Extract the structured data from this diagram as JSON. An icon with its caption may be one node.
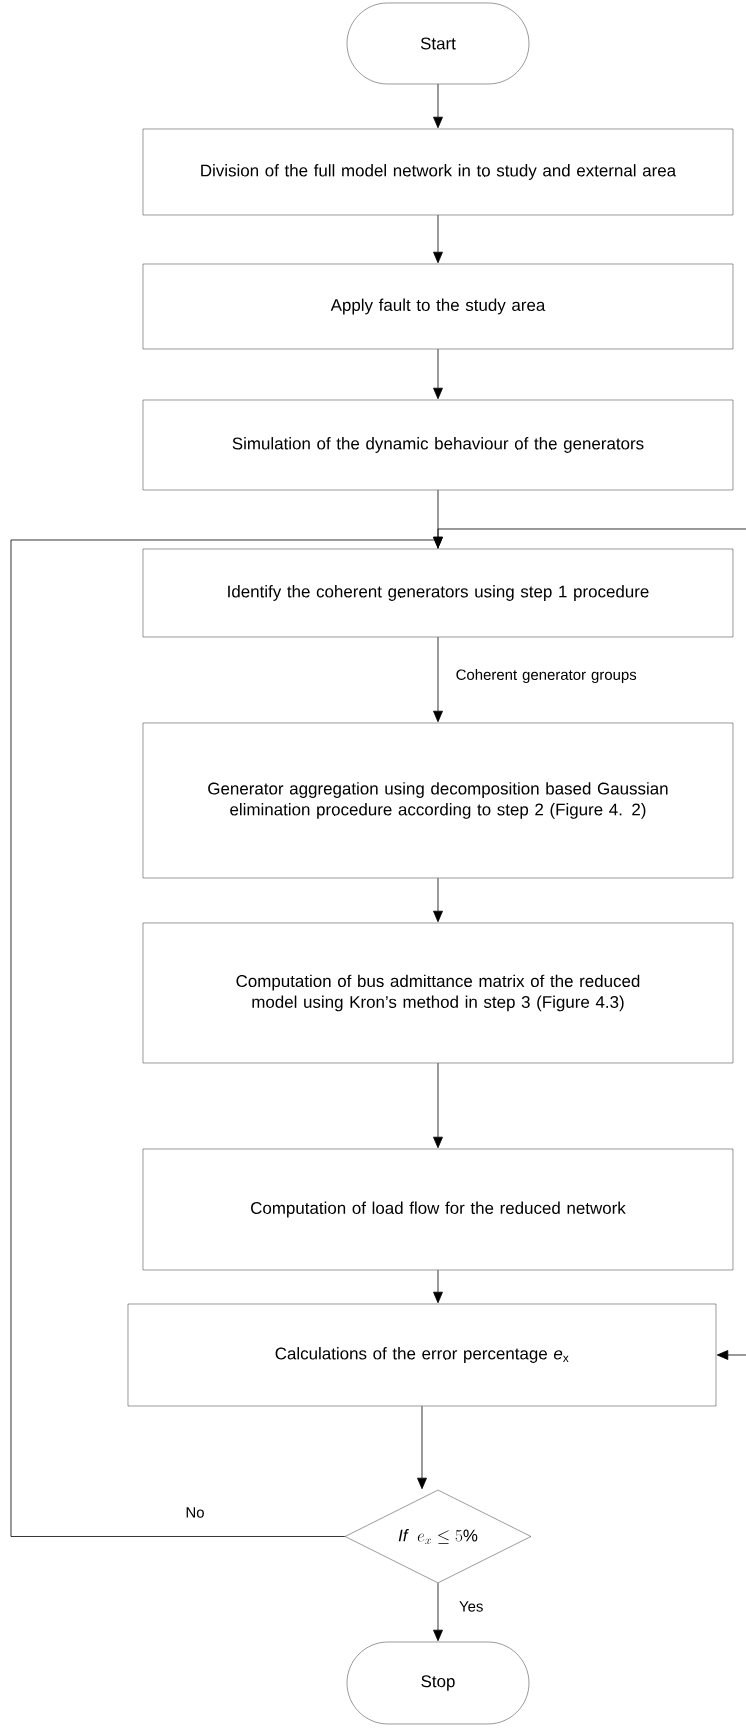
{
  "diagram": {
    "nodes": [
      {
        "text": [
          "Start"
        ]
      },
      {
        "text": [
          "Division of the full model network in to study and external area"
        ]
      },
      {
        "text": [
          "Apply fault to the study area"
        ]
      },
      {
        "text": [
          "Simulation of the dynamic behaviour of the generators"
        ]
      },
      {
        "text": [
          "Identify the coherent generators using step 1 procedure"
        ]
      },
      {
        "text": [
          "Generator aggregation using decomposition based Gaussian elimination procedure according to step 2 (Figure 4. 2)"
        ]
      },
      {
        "text": [
          "Computation of bus admittance matrix of the reduced model using Kron’s method in step 3 (Figure 4.3)"
        ]
      },
      {
        "text": [
          "Computation of load flow for the reduced network"
        ]
      },
      {
        "text": [
          "Calculations of the error percentage *e*$_{x}$"
        ]
      },
      {
        "text": [
          "\\mathit{If}\\;\\; e_x \\leq 5\\%"
        ]
      },
      {
        "text": [
          "Stop"
        ]
      }
    ],
    "edges": [
      {
        "from": 0,
        "to": 1,
        "arrow": "to"
      },
      {
        "from": 1,
        "to": 2,
        "arrow": "to"
      },
      {
        "from": 2,
        "to": 3,
        "arrow": "to"
      },
      {
        "from": 3,
        "to": 4,
        "arrow": "to"
      },
      {
        "from": 4,
        "to": 5,
        "arrow": "to",
        "label": "Coherent generator groups"
      },
      {
        "from": 5,
        "to": 6,
        "arrow": "to"
      },
      {
        "from": 6,
        "to": 7,
        "arrow": "to"
      },
      {
        "from": 7,
        "to": 8,
        "arrow": "to"
      },
      {
        "from": 8,
        "to": 9,
        "arrow": "to"
      },
      {
        "from": 9,
        "to": 4,
        "arrow": "to",
        "label": "No"
      },
      {
        "from": 9,
        "to": 10,
        "arrow": "to",
        "label": "Yes"
      },
      {
        "from": null,
        "to": 8,
        "arrow": "to"
      },
      {
        "from": null,
        "to": 4,
        "arrow": "none"
      }
    ]
  }
}
